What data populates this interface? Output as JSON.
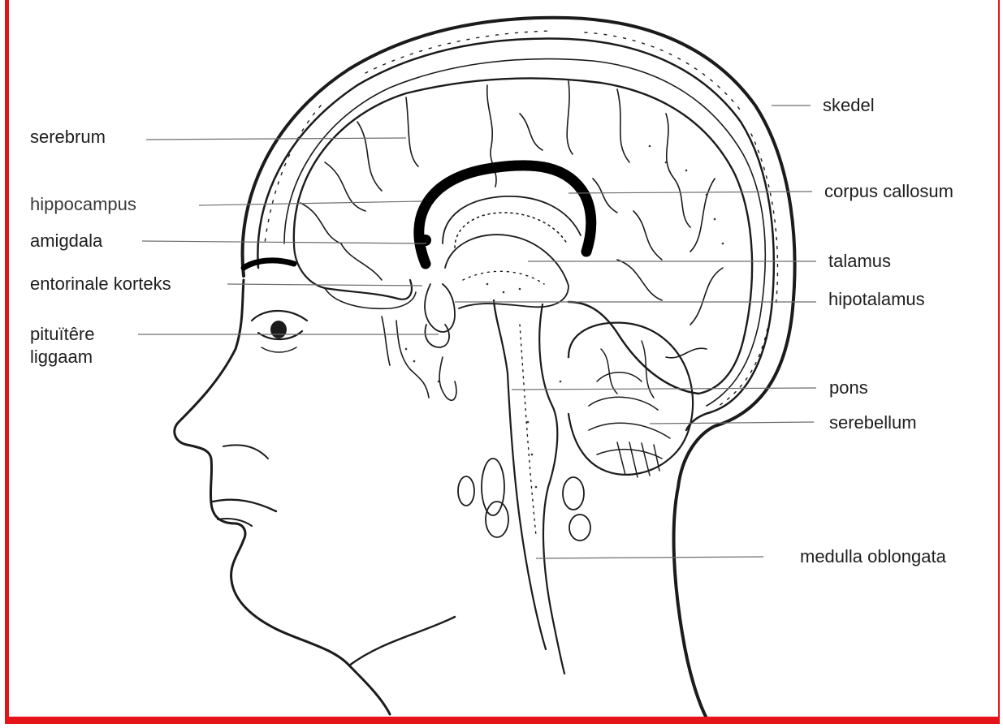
{
  "labels_left": [
    {
      "id": "serebrum",
      "text": "serebrum"
    },
    {
      "id": "hippocampus",
      "text": "hippocampus"
    },
    {
      "id": "amigdala",
      "text": "amigdala"
    },
    {
      "id": "entorinale",
      "text": "entorinale korteks"
    },
    {
      "id": "pituitere",
      "text": "pituïtêre"
    },
    {
      "id": "liggaam",
      "text": "liggaam"
    }
  ],
  "labels_right": [
    {
      "id": "skedel",
      "text": "skedel"
    },
    {
      "id": "corpus",
      "text": "corpus callosum"
    },
    {
      "id": "talamus",
      "text": "talamus"
    },
    {
      "id": "hipotalamus",
      "text": "hipotalamus"
    },
    {
      "id": "pons",
      "text": "pons"
    },
    {
      "id": "serebellum",
      "text": "serebellum"
    },
    {
      "id": "medulla",
      "text": "medulla oblongata"
    }
  ],
  "colors": {
    "border": "#e5141b",
    "ink": "#1e1e1e"
  }
}
